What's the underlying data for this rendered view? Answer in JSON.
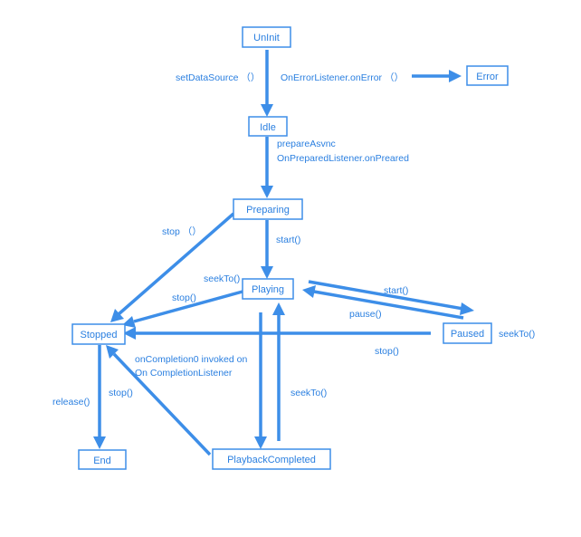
{
  "colors": {
    "accent": "#3d8ee8",
    "text": "#2a7fe0",
    "background": "#ffffff"
  },
  "nodes": {
    "uninit": "UnInit",
    "idle": "Idle",
    "error": "Error",
    "preparing": "Preparing",
    "playing": "Playing",
    "paused": "Paused",
    "stopped": "Stopped",
    "end": "End",
    "playback_completed": "PlaybackCompleted"
  },
  "edge_labels": {
    "set_data_source": "setDataSource （）",
    "on_error": "OnErrorListener.onError （）",
    "prepare_async": "prepareAsvnc",
    "on_prepared": "OnPreparedListener.onPreared",
    "stop_from_preparing": "stop （）",
    "start_from_preparing": "start()",
    "seek_to_playing": "seekTo()",
    "stop_from_playing": "stop()",
    "start_from_paused": "start()",
    "pause": "pause()",
    "seek_to_paused": "seekTo()",
    "stop_from_paused": "stop()",
    "on_completion_1": "onCompletion0 invoked on",
    "on_completion_2": "On CompletionListener",
    "release": "release()",
    "stop_from_completed": "stop()",
    "seek_to_completed": "seekTo()"
  }
}
